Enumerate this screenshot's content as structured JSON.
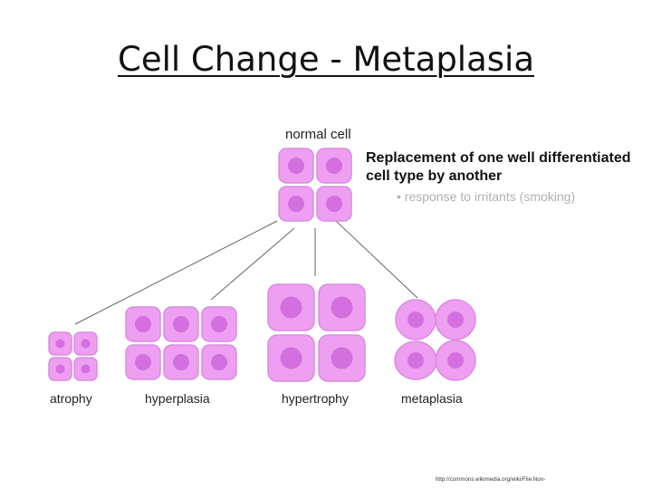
{
  "slide": {
    "title": "Cell Change - Metaplasia",
    "description": "Replacement of one well differentiated cell type by another",
    "bullet": "• response to irritants (smoking)",
    "source": "http://commons.wikimedia.org/wiki/File:Non-"
  },
  "diagram": {
    "labels": {
      "normal": "normal cell",
      "atrophy": "atrophy",
      "hyperplasia": "hyperplasia",
      "hypertrophy": "hypertrophy",
      "metaplasia": "metaplasia"
    },
    "colors": {
      "cell_fill": "#ee9ff2",
      "cell_stroke": "#d88ee0",
      "nucleus": "#d36fdf",
      "line": "#666666"
    }
  }
}
